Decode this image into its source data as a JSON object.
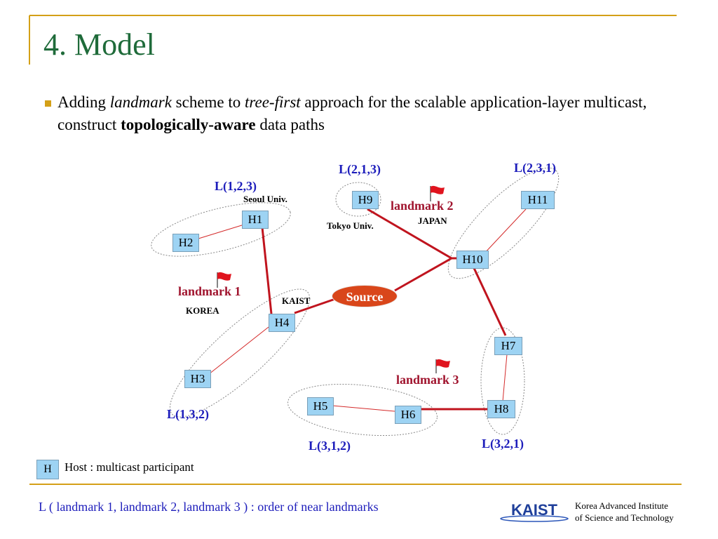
{
  "slide": {
    "title": "4. Model",
    "bullet": {
      "part1": "Adding ",
      "italic1": "landmark",
      "part2": " scheme to ",
      "italic2": "tree-first",
      "part3": " approach for the scalable application-layer multicast, construct ",
      "bold1": "topologically-aware",
      "part4": " data paths"
    }
  },
  "diagram": {
    "source": "Source",
    "hosts": [
      "H1",
      "H2",
      "H3",
      "H4",
      "H5",
      "H6",
      "H7",
      "H8",
      "H9",
      "H10",
      "H11"
    ],
    "group_labels": {
      "l123": "L(1,2,3)",
      "l132": "L(1,3,2)",
      "l213": "L(2,1,3)",
      "l231": "L(2,3,1)",
      "l312": "L(3,1,2)",
      "l321": "L(3,2,1)"
    },
    "landmarks": {
      "lm1": "landmark 1",
      "lm2": "landmark 2",
      "lm3": "landmark 3"
    },
    "places": {
      "seoul": "Seoul Univ.",
      "tokyo": "Tokyo Univ.",
      "japan": "JAPAN",
      "kaist": "KAIST",
      "korea": "KOREA"
    },
    "colors": {
      "tree_edge": "#c0141e",
      "cluster_edge": "#d42a2a",
      "host_fill": "#9dd3f3",
      "label_blue": "#1d1dbb",
      "landmark_red": "#a0142e",
      "source_fill": "#d9461a"
    }
  },
  "legend": {
    "box": "H",
    "text": "Host : multicast participant"
  },
  "footer": {
    "note": "L ( landmark 1, landmark 2, landmark 3 ) :  order of near landmarks",
    "logo": "KAIST",
    "org_line1": "Korea Advanced Institute",
    "org_line2": "of  Science and Technology"
  }
}
